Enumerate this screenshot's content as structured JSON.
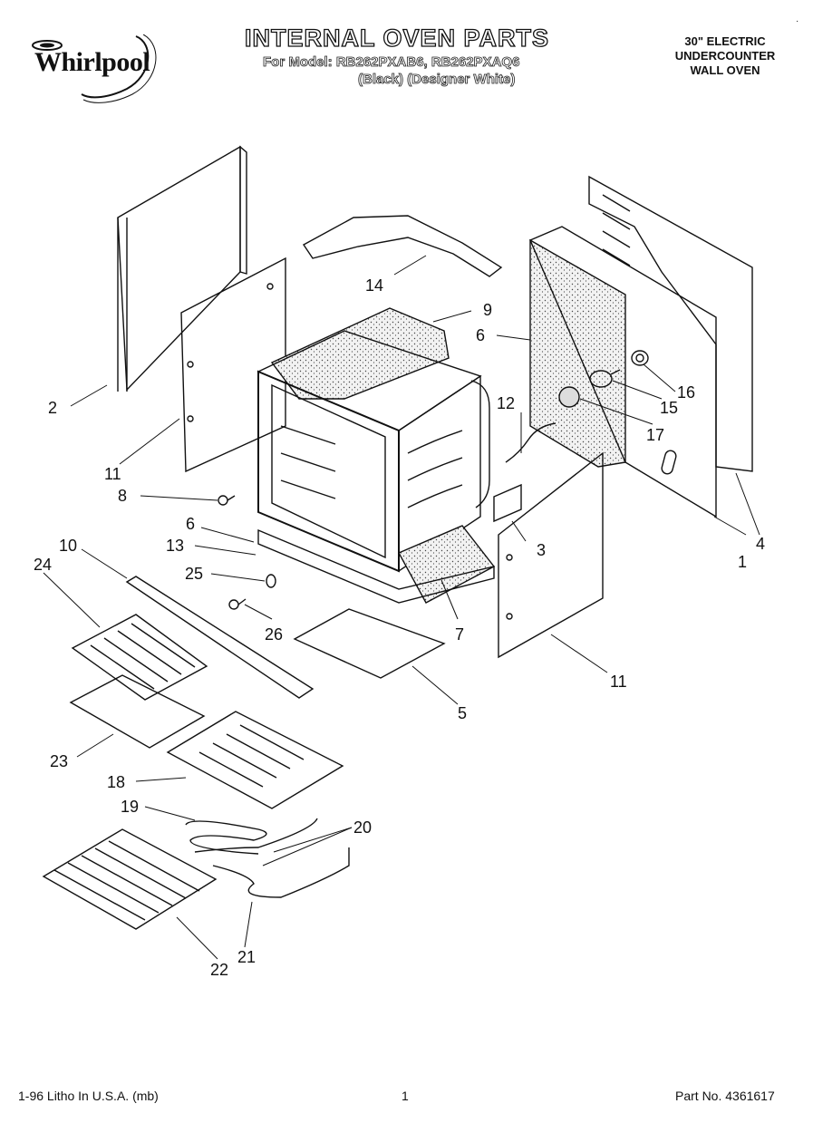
{
  "brand": "Whirlpool",
  "title": "INTERNAL OVEN PARTS",
  "model_line": "For Model: RB262PXAB6, RB262PXAQ6",
  "color_line": "(Black)    (Designer White)",
  "oven_type": [
    "30\" ELECTRIC",
    "UNDERCOUNTER",
    "WALL OVEN"
  ],
  "callouts": [
    "1",
    "2",
    "3",
    "4",
    "5",
    "6",
    "6",
    "7",
    "8",
    "9",
    "10",
    "11",
    "11",
    "12",
    "13",
    "14",
    "15",
    "16",
    "17",
    "18",
    "19",
    "20",
    "21",
    "22",
    "23",
    "24",
    "25",
    "26"
  ],
  "footer": {
    "left": "1-96 Litho In U.S.A. (mb)",
    "center": "1",
    "right": "Part No. 4361617"
  }
}
